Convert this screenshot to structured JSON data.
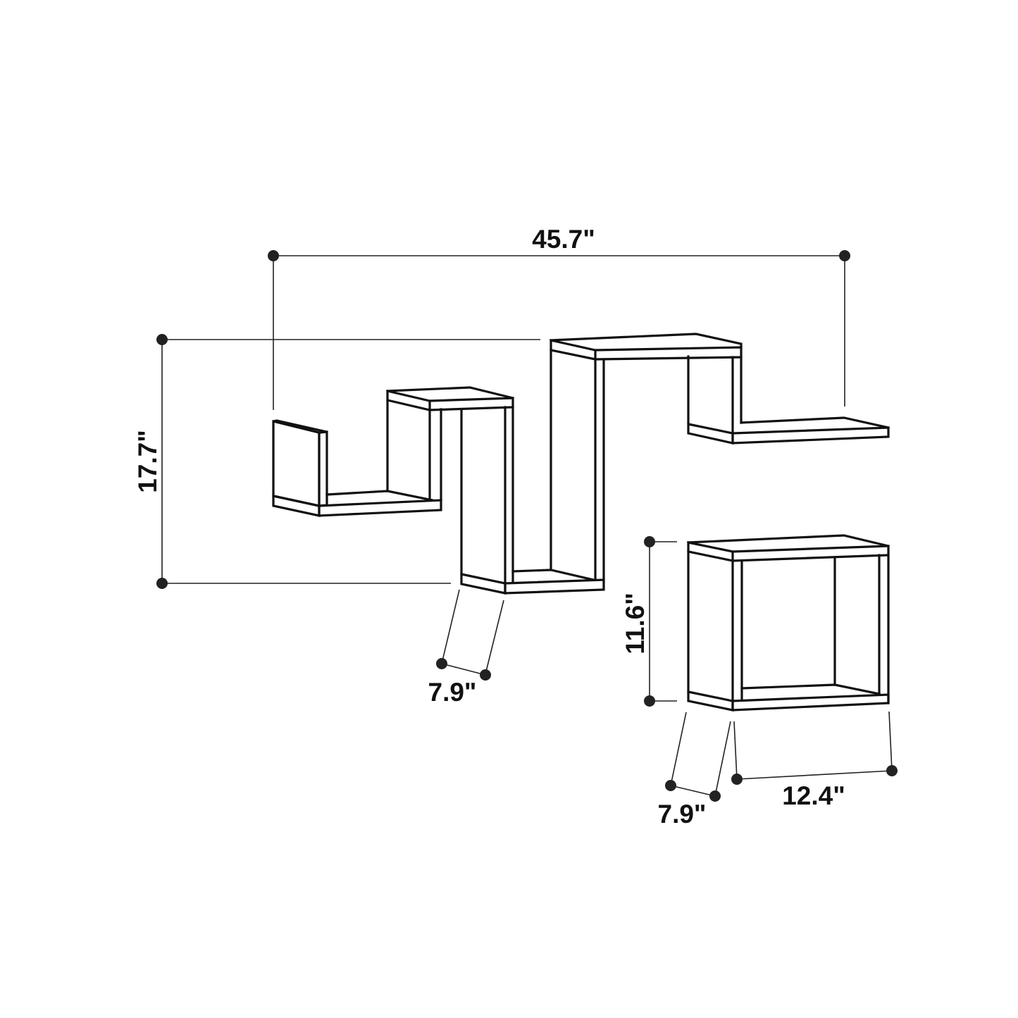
{
  "diagram": {
    "type": "product-dimension-drawing",
    "subject": "wall shelf set",
    "components": [
      {
        "name": "zigzag-wall-shelf",
        "dimensions": {
          "width": "45.7\"",
          "height": "17.7\"",
          "depth": "7.9\""
        }
      },
      {
        "name": "cube-wall-shelf",
        "dimensions": {
          "width": "12.4\"",
          "height": "11.6\"",
          "depth": "7.9\""
        }
      }
    ],
    "labels": {
      "overall_width": "45.7\"",
      "overall_height": "17.7\"",
      "main_depth": "7.9\"",
      "cube_height": "11.6\"",
      "cube_depth": "7.9\"",
      "cube_width": "12.4\""
    },
    "colors": {
      "line": "#111111",
      "dimension_line": "#222222",
      "background": "#ffffff"
    }
  }
}
